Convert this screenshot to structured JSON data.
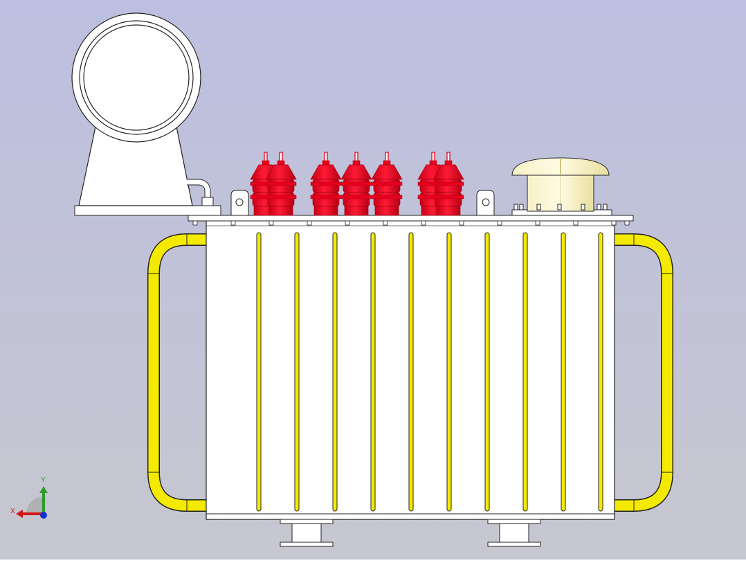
{
  "viewport": {
    "background_top": "#bdbfe0",
    "background_bottom": "#c6c7cf"
  },
  "colors": {
    "tank_body": "#ffffff",
    "outline": "#222222",
    "fin_yellow": "#f4ea00",
    "bushing_red": "#e8001c",
    "bushing_red_dark": "#a80012",
    "breather_cap": "#f5efc4",
    "breather_shade": "#d8cf98"
  },
  "model": {
    "parts": [
      "conservator",
      "conservator-support",
      "pipe-elbow",
      "tank-cover",
      "tank-body",
      "cooling-fins",
      "lifting-lugs",
      "hv-bushings",
      "pressure-relief-device",
      "side-handles",
      "base-feet"
    ]
  },
  "triad": {
    "x_label": "X",
    "y_label": "Y",
    "icon": "coordinate-axes-icon"
  }
}
